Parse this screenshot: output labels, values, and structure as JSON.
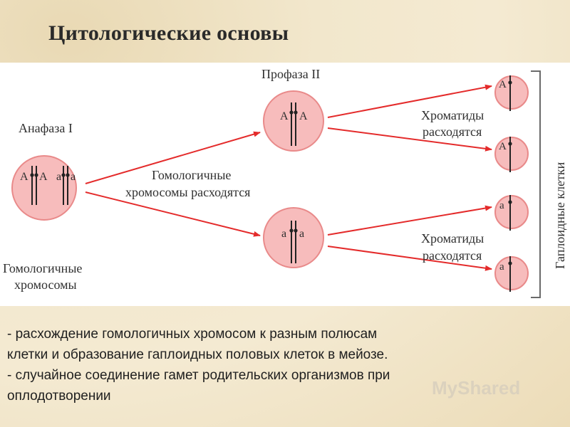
{
  "slide": {
    "title": "Цитологические основы",
    "body_lines": [
      "- расхождение гомологичных хромосом к разным полюсам",
      "клетки и образование гаплоидных половых клеток в мейозе.",
      "- случайное соединение гамет родительских организмов при",
      "оплодотворении"
    ],
    "watermark": "MyShared"
  },
  "diagram": {
    "label_anaphase": "Анафаза I",
    "label_prophase": "Профаза II",
    "label_homologous_chromosomes": [
      "Гомологичные",
      "хромосомы"
    ],
    "label_homologs_separate": [
      "Гомологичные",
      "хромосомы расходятся"
    ],
    "label_chromatids_top": [
      "Хроматиды",
      "расходятся"
    ],
    "label_chromatids_bottom": [
      "Хроматиды",
      "расходятся"
    ],
    "label_haploid_cells": "Гаплоидные клетки",
    "allele_A": "A",
    "allele_a": "a",
    "colors": {
      "cell_fill": "#f7bcbc",
      "cell_stroke": "#e98a8a",
      "arrow": "#e42b2b",
      "chromosome": "#222222",
      "bracket": "#6a6a6a"
    }
  }
}
